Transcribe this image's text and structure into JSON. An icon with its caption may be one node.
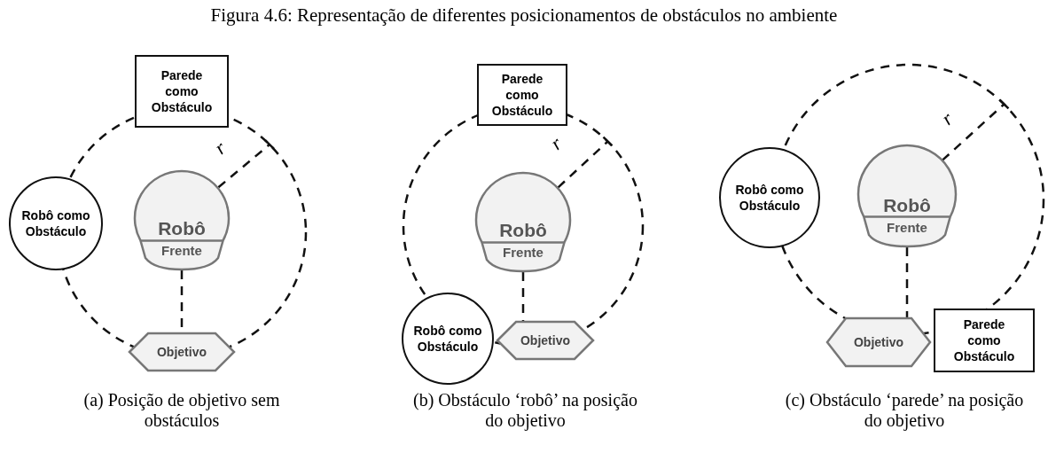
{
  "diagram": {
    "title": "Figura 4.6: Representação de diferentes posicionamentos de obstáculos no ambiente",
    "nodes": [
      {
        "text": [
          "Parede como Obstáculo"
        ]
      },
      {
        "text": [
          "Robô como Obstáculo"
        ]
      },
      {
        "text": [
          "Robô",
          "Frente"
        ]
      },
      {
        "text": [
          "Objetivo"
        ]
      },
      {
        "text": [
          "Parede como Obstáculo"
        ]
      },
      {
        "text": [
          "Robô",
          "Frente"
        ]
      },
      {
        "text": [
          "Robô como Obstáculo"
        ]
      },
      {
        "text": [
          "Objetivo"
        ]
      },
      {
        "text": [
          "Robô como Obstáculo"
        ]
      },
      {
        "text": [
          "Robô",
          "Frente"
        ]
      },
      {
        "text": [
          "Objetivo"
        ]
      },
      {
        "text": [
          "Parede como Obstáculo"
        ]
      }
    ],
    "edges": [
      {
        "from": 2,
        "to": 3,
        "arrow": "none",
        "style": "dashed"
      },
      {
        "from": 5,
        "to": 7,
        "arrow": "none",
        "style": "dashed"
      },
      {
        "from": 9,
        "to": 10,
        "arrow": "none",
        "style": "dashed"
      }
    ],
    "labels": [
      "r",
      "r",
      "r",
      "(a) Posição de objetivo sem obstáculos",
      "(b) Obstáculo ‘robô’ na posição do objetivo",
      "(c) Obstáculo ‘parede’ na posição do objetivo"
    ]
  }
}
